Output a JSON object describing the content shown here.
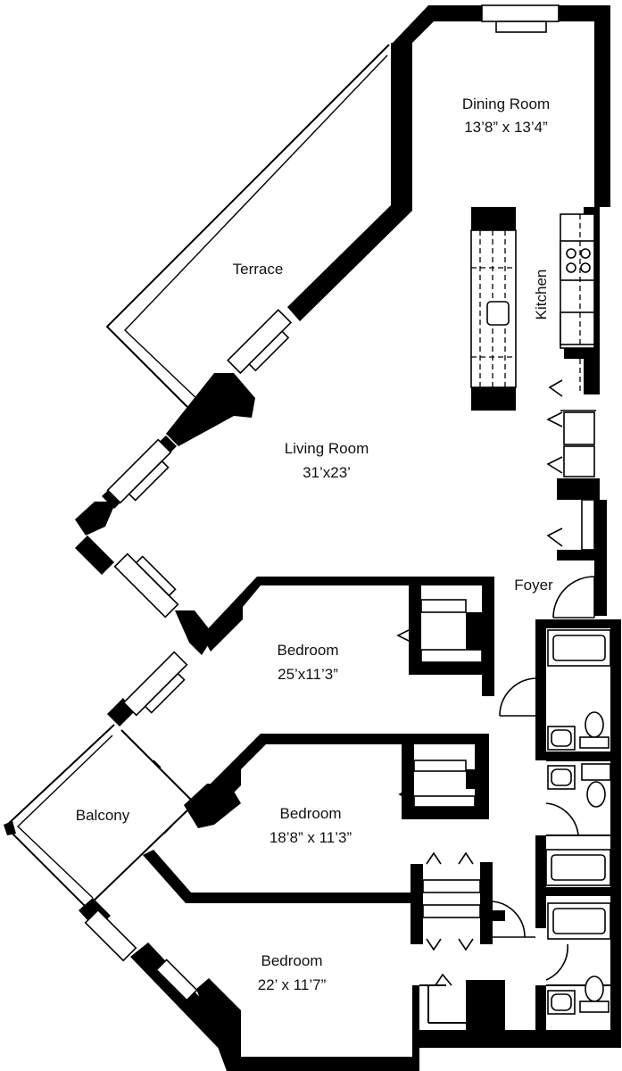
{
  "rooms": {
    "dining_room": {
      "name": "Dining Room",
      "size": "13’8” x 13’4”"
    },
    "terrace": {
      "name": "Terrace"
    },
    "kitchen": {
      "name": "Kitchen"
    },
    "living_room": {
      "name": "Living Room",
      "size": "31’x23’"
    },
    "foyer": {
      "name": "Foyer"
    },
    "bedroom_1": {
      "name": "Bedroom",
      "size": "25’x11’3”"
    },
    "balcony": {
      "name": "Balcony"
    },
    "bedroom_2": {
      "name": "Bedroom",
      "size": "18’8” x 11’3”"
    },
    "bedroom_3": {
      "name": "Bedroom",
      "size": "22’ x 11’7”"
    }
  }
}
